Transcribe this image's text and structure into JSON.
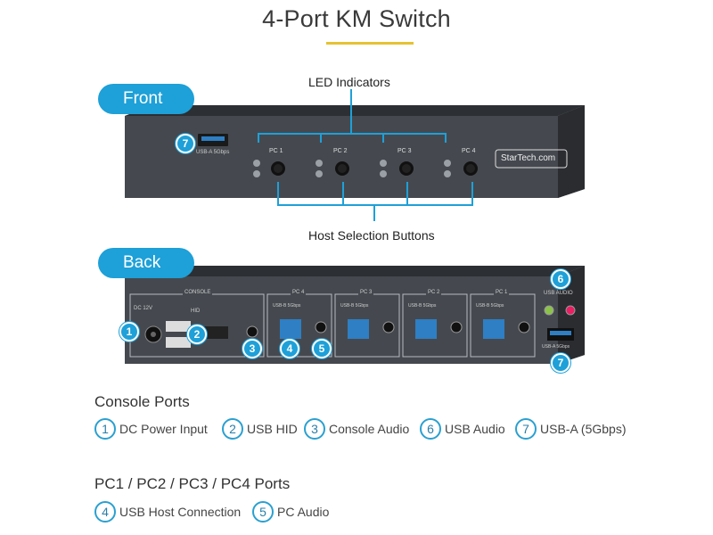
{
  "title": "4-Port KM Switch",
  "front": {
    "label": "Front",
    "led_indicators": "LED Indicators",
    "host_buttons": "Host Selection Buttons",
    "usb_label": "USB-A 5Gbps",
    "pc_labels": [
      "PC 1",
      "PC 2",
      "PC 3",
      "PC 4"
    ],
    "brand": "StarTech.com",
    "badge": "7"
  },
  "back": {
    "label": "Back",
    "console_label": "CONSOLE",
    "dc_label": "DC 12V",
    "hid_label": "HID",
    "pc_labels": [
      "PC 4",
      "PC 3",
      "PC 2",
      "PC 1"
    ],
    "usbb_label": "USB-B 5Gbps",
    "usb_audio_label": "USB AUDIO",
    "usba_label": "USB-A 5Gbps",
    "badges": [
      "1",
      "2",
      "3",
      "4",
      "5",
      "6",
      "7"
    ]
  },
  "legend": {
    "console_title": "Console Ports",
    "console_items": [
      {
        "num": "1",
        "text": "DC Power Input"
      },
      {
        "num": "2",
        "text": "USB HID"
      },
      {
        "num": "3",
        "text": "Console Audio"
      },
      {
        "num": "6",
        "text": "USB Audio"
      },
      {
        "num": "7",
        "text": "USB-A (5Gbps)"
      }
    ],
    "pc_title": "PC1 / PC2 / PC3 / PC4 Ports",
    "pc_items": [
      {
        "num": "4",
        "text": "USB Host Connection"
      },
      {
        "num": "5",
        "text": "PC Audio"
      }
    ]
  },
  "colors": {
    "accent": "#1ea0d8",
    "underline": "#e5c233",
    "device": "#3b3f44"
  }
}
